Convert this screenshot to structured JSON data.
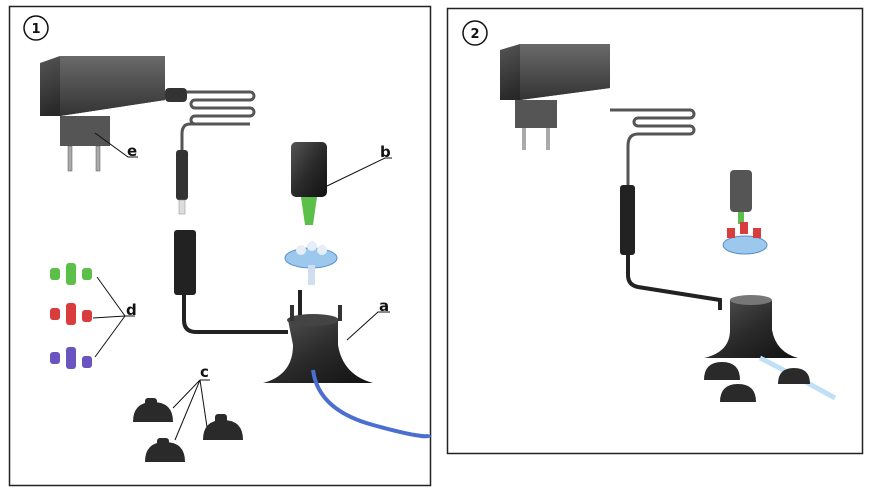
{
  "panels": [
    {
      "number": "1",
      "labels": {
        "a": "a",
        "b": "b",
        "c": "c",
        "d": "d",
        "e": "e"
      }
    },
    {
      "number": "2"
    }
  ],
  "colors": {
    "green": "#5cbf4a",
    "red": "#d93c3c",
    "purple": "#6a55c0",
    "tube": "#4a6fd0",
    "body": "#2a2a2a"
  }
}
